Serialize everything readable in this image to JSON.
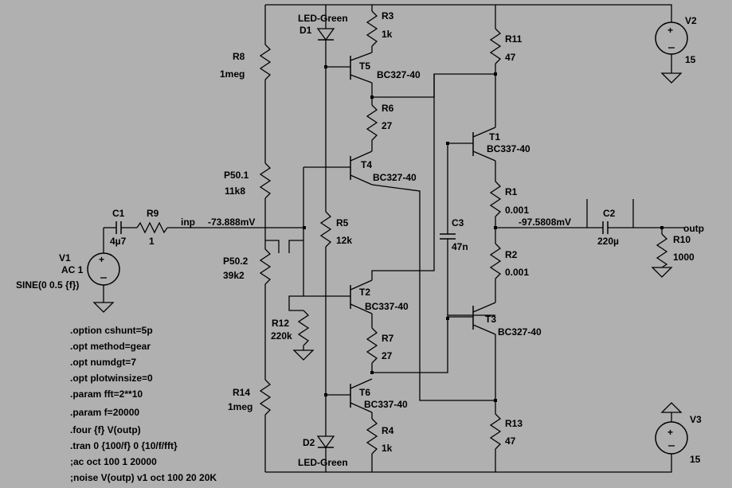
{
  "components": {
    "R3": {
      "name": "R3",
      "value": "1k"
    },
    "D1": {
      "name": "D1",
      "value": "LED-Green"
    },
    "R8": {
      "name": "R8",
      "value": "1meg"
    },
    "T5": {
      "name": "T5",
      "value": "BC327-40"
    },
    "R6": {
      "name": "R6",
      "value": "27"
    },
    "T4": {
      "name": "T4",
      "value": "BC327-40"
    },
    "R11": {
      "name": "R11",
      "value": "47"
    },
    "T1": {
      "name": "T1",
      "value": "BC337-40"
    },
    "R1": {
      "name": "R1",
      "value": "0.001"
    },
    "R2": {
      "name": "R2",
      "value": "0.001"
    },
    "T3": {
      "name": "T3",
      "value": "BC327-40"
    },
    "R13": {
      "name": "R13",
      "value": "47"
    },
    "V2": {
      "name": "V2",
      "value": "15"
    },
    "V3": {
      "name": "V3",
      "value": "15"
    },
    "P501": {
      "name": "P50.1",
      "value": "11k8"
    },
    "P502": {
      "name": "P50.2",
      "value": "39k2"
    },
    "C1": {
      "name": "C1",
      "value": "4µ7"
    },
    "R9": {
      "name": "R9",
      "value": "1"
    },
    "V1": {
      "name": "V1",
      "value": "AC 1",
      "value2": "SINE(0 0.5 {f})"
    },
    "R5": {
      "name": "R5",
      "value": "12k"
    },
    "C3": {
      "name": "C3",
      "value": "47n"
    },
    "T2": {
      "name": "T2",
      "value": "BC337-40"
    },
    "R12": {
      "name": "R12",
      "value": "220k"
    },
    "R7": {
      "name": "R7",
      "value": "27"
    },
    "T6": {
      "name": "T6",
      "value": "BC337-40"
    },
    "R4": {
      "name": "R4",
      "value": "1k"
    },
    "D2": {
      "name": "D2",
      "value": "LED-Green"
    },
    "R14": {
      "name": "R14",
      "value": "1meg"
    },
    "C2": {
      "name": "C2",
      "value": "220µ"
    },
    "R10": {
      "name": "R10",
      "value": "1000"
    }
  },
  "nets": {
    "inp": "inp",
    "outp": "outp",
    "v_inp": "-73.888mV",
    "v_out": "-97.5808mV"
  },
  "directives": [
    ".option cshunt=5p",
    ".opt method=gear",
    ".opt numdgt=7",
    ".opt plotwinsize=0",
    ".param fft=2**10",
    ".param f=20000",
    ".four {f} V(outp)",
    ".tran 0 {100/f} 0 {10/f/fft}",
    ";ac oct 100 1 20000",
    ";noise V(outp) v1 oct 100 20 20K"
  ]
}
